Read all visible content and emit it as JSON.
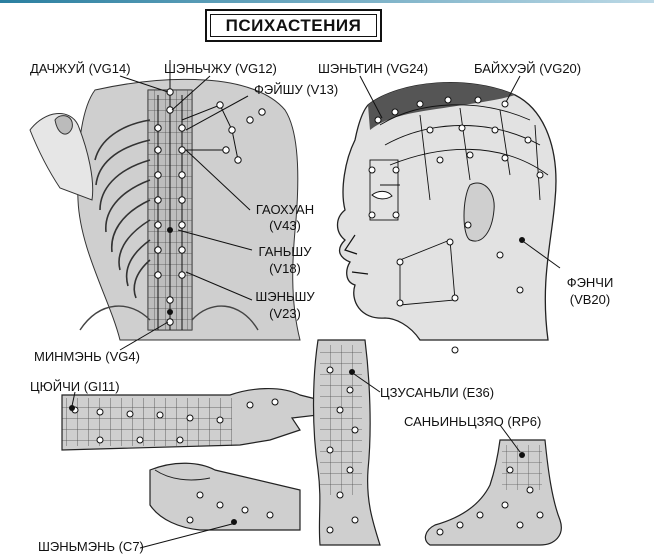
{
  "title": "ПСИХАСТЕНИЯ",
  "labels": {
    "dazhzhui": "ДАЧЖУЙ (VG14)",
    "shenchzhu": "ШЭНЬЧЖУ (VG12)",
    "feishu": "ФЭЙШУ (V13)",
    "gaohuan_1": "ГАОХУАН",
    "gaohuan_2": "(V43)",
    "ganshu_1": "ГАНЬШУ",
    "ganshu_2": "(V18)",
    "shenshu_1": "ШЭНЬШУ",
    "shenshu_2": "(V23)",
    "minmen": "МИНМЭНЬ (VG4)",
    "shentin": "ШЭНЬТИН (VG24)",
    "baihuei": "БАЙХУЭЙ (VG20)",
    "fenchi_1": "ФЭНЧИ",
    "fenchi_2": "(VB20)",
    "tsiuichi": "ЦЮЙЧИ (GI11)",
    "tszusanli": "ЦЗУСАНЬЛИ (E36)",
    "sanintsziao": "САНЬИНЬЦЗЯО (RP6)",
    "shenmen": "ШЭНЬМЭНЬ (C7)"
  },
  "colors": {
    "ink": "#111111",
    "paper": "#ffffff",
    "shade": "#9a9a9a",
    "light": "#d4d4d4",
    "accent": "#2a7fa0"
  }
}
